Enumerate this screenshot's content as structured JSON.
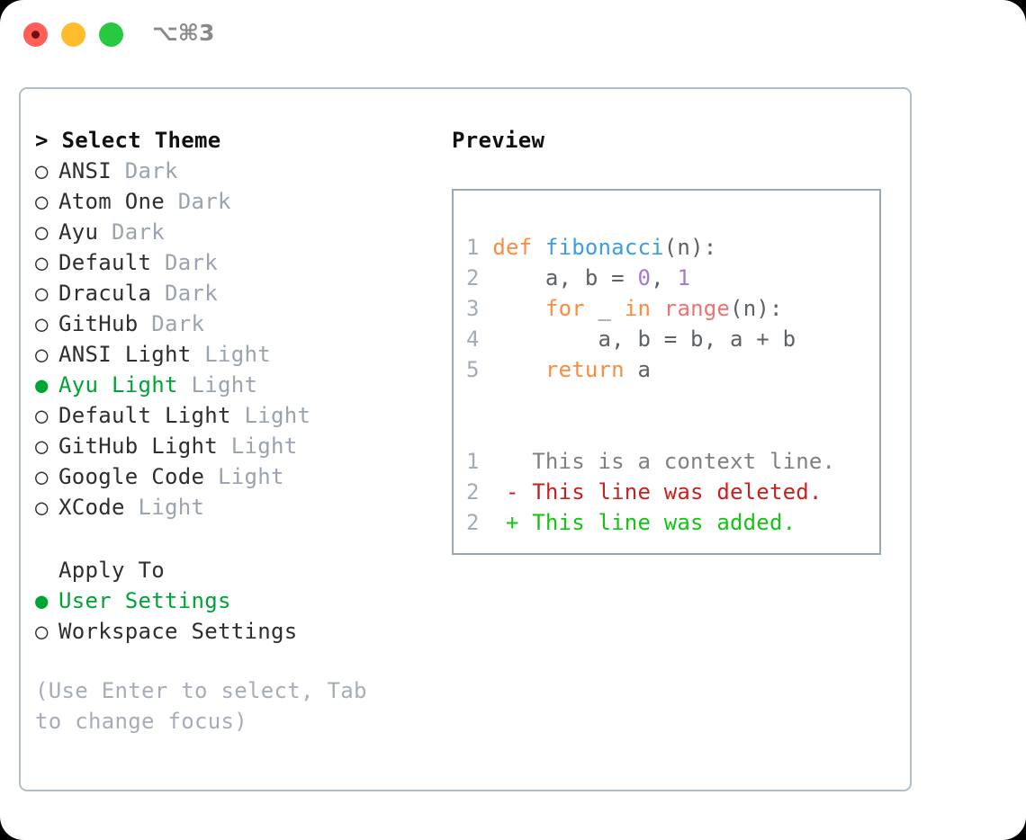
{
  "window": {
    "traffic_lights": [
      "close",
      "minimize",
      "maximize"
    ],
    "shortcut_label": "⌥⌘3",
    "colors": {
      "close": "#FF5F57",
      "minimize": "#FFBD2E",
      "maximize": "#28C840",
      "selection_green": "#00A435",
      "muted": "#9aa3b0",
      "border": "#b3bcc9"
    }
  },
  "theme_list": {
    "header": "> Select Theme",
    "items": [
      {
        "marker": "○",
        "name": "ANSI",
        "variant": "Dark",
        "selected": false
      },
      {
        "marker": "○",
        "name": "Atom One",
        "variant": "Dark",
        "selected": false
      },
      {
        "marker": "○",
        "name": "Ayu",
        "variant": "Dark",
        "selected": false
      },
      {
        "marker": "○",
        "name": "Default",
        "variant": "Dark",
        "selected": false
      },
      {
        "marker": "○",
        "name": "Dracula",
        "variant": "Dark",
        "selected": false
      },
      {
        "marker": "○",
        "name": "GitHub",
        "variant": "Dark",
        "selected": false
      },
      {
        "marker": "○",
        "name": "ANSI Light",
        "variant": "Light",
        "selected": false
      },
      {
        "marker": "●",
        "name": "Ayu Light",
        "variant": "Light",
        "selected": true
      },
      {
        "marker": "○",
        "name": "Default Light",
        "variant": "Light",
        "selected": false
      },
      {
        "marker": "○",
        "name": "GitHub Light",
        "variant": "Light",
        "selected": false
      },
      {
        "marker": "○",
        "name": "Google Code",
        "variant": "Light",
        "selected": false
      },
      {
        "marker": "○",
        "name": "XCode",
        "variant": "Light",
        "selected": false
      }
    ]
  },
  "apply_to": {
    "title": "Apply To",
    "items": [
      {
        "marker": "●",
        "label": "User Settings",
        "selected": true
      },
      {
        "marker": "○",
        "label": "Workspace Settings",
        "selected": false
      }
    ]
  },
  "hint": "(Use Enter to select, Tab to change focus)",
  "preview": {
    "label": "Preview",
    "code_lines": [
      {
        "num": "1",
        "tokens": [
          {
            "t": "def",
            "c": "kw"
          },
          {
            "t": " ",
            "c": "pl"
          },
          {
            "t": "fibonacci",
            "c": "fn"
          },
          {
            "t": "(n):",
            "c": "pl"
          }
        ]
      },
      {
        "num": "2",
        "tokens": [
          {
            "t": "    a, b = ",
            "c": "pl"
          },
          {
            "t": "0",
            "c": "num"
          },
          {
            "t": ", ",
            "c": "pl"
          },
          {
            "t": "1",
            "c": "num"
          }
        ]
      },
      {
        "num": "3",
        "tokens": [
          {
            "t": "    ",
            "c": "pl"
          },
          {
            "t": "for",
            "c": "kw"
          },
          {
            "t": " _ ",
            "c": "pl"
          },
          {
            "t": "in",
            "c": "kw"
          },
          {
            "t": " ",
            "c": "pl"
          },
          {
            "t": "range",
            "c": "bi"
          },
          {
            "t": "(n):",
            "c": "pl"
          }
        ]
      },
      {
        "num": "4",
        "tokens": [
          {
            "t": "        a, b = b, a + b",
            "c": "pl"
          }
        ]
      },
      {
        "num": "5",
        "tokens": [
          {
            "t": "    ",
            "c": "pl"
          },
          {
            "t": "return",
            "c": "kw"
          },
          {
            "t": " a",
            "c": "pl"
          }
        ]
      }
    ],
    "diff_lines": [
      {
        "num": "1",
        "sign": " ",
        "text": " This is a context line.",
        "c": "ctx"
      },
      {
        "num": "2",
        "sign": "-",
        "text": " This line was deleted.",
        "c": "del"
      },
      {
        "num": "2",
        "sign": "+",
        "text": " This line was added.",
        "c": "add"
      }
    ]
  }
}
